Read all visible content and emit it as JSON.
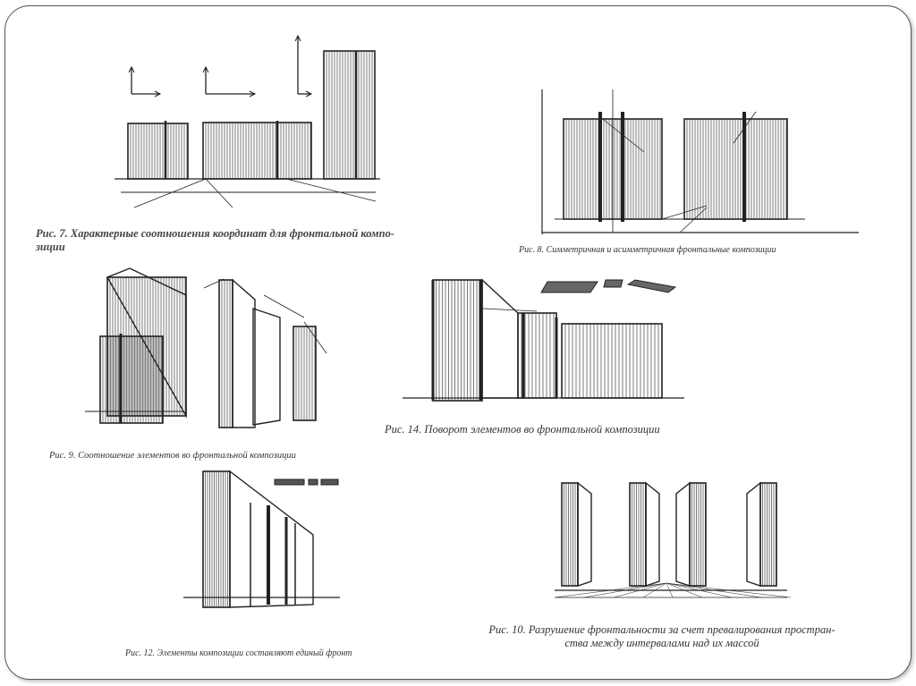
{
  "figures": [
    {
      "id": "fig7",
      "caption": "Рис. 7. Характерные соотношения координат для фронтальной компо-зиции",
      "caption_line1": "Рис. 7. Характерные соотношения координат для фронтальной компо-",
      "caption_line2": "зиции"
    },
    {
      "id": "fig8",
      "caption": "Рис. 8. Симметричная и асимметричная фронтальные композиции"
    },
    {
      "id": "fig9",
      "caption": "Рис. 9. Соотношение элементов во фронтальной композиции"
    },
    {
      "id": "fig14",
      "caption": "Рис. 14. Поворот элементов во фронтальной композиции"
    },
    {
      "id": "fig12",
      "caption": "Рис. 12. Элементы композиции составляют единый фронт"
    },
    {
      "id": "fig10",
      "caption_line1": "Рис. 10. Разрушение фронтальности за счет превалирования простран-",
      "caption_line2": "ства между интервалами над их массой"
    }
  ],
  "colors": {
    "ink": "#222222",
    "caption": "#444444",
    "border": "#555555"
  }
}
